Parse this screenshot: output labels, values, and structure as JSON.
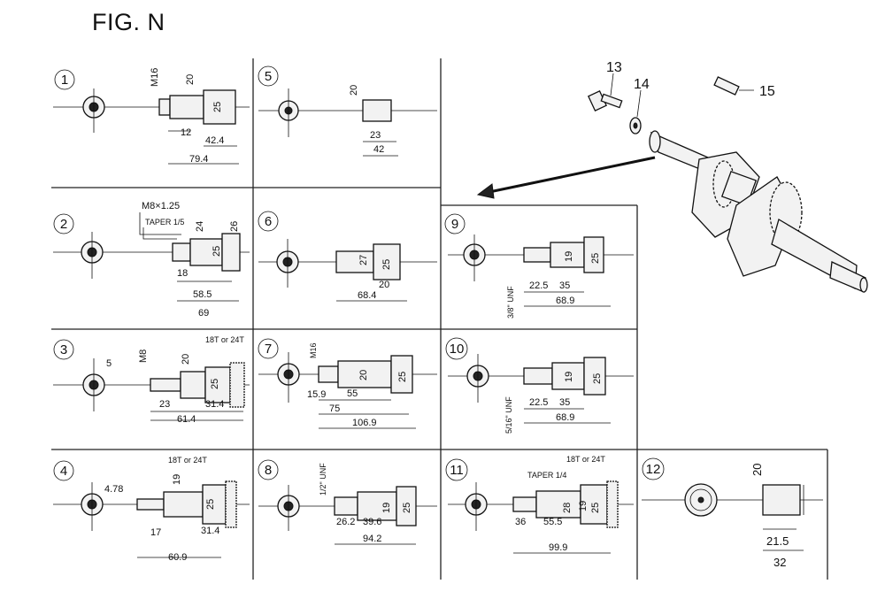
{
  "figure": {
    "title": "FIG. N"
  },
  "cells": [
    {
      "id": "1",
      "dims": [
        "M16",
        "20",
        "25",
        "12",
        "42.4",
        "79.4"
      ]
    },
    {
      "id": "2",
      "dims": [
        "M8×1.25",
        "TAPER 1/5",
        "24",
        "26",
        "25",
        "18",
        "58.5",
        "69"
      ]
    },
    {
      "id": "3",
      "dims": [
        "5",
        "M8",
        "18T or 24T",
        "20",
        "25",
        "23",
        "31.4",
        "61.4"
      ]
    },
    {
      "id": "4",
      "dims": [
        "4.78",
        "19",
        "18T or 24T",
        "25",
        "17",
        "31.4",
        "60.9"
      ]
    },
    {
      "id": "5",
      "dims": [
        "20",
        "23",
        "42"
      ]
    },
    {
      "id": "6",
      "dims": [
        "27",
        "25",
        "20",
        "68.4"
      ]
    },
    {
      "id": "7",
      "dims": [
        "M16",
        "20",
        "25",
        "15.9",
        "55",
        "75",
        "106.9"
      ]
    },
    {
      "id": "8",
      "dims": [
        "1/2\" UNF",
        "19",
        "25",
        "26.2",
        "39.6",
        "94.2"
      ]
    },
    {
      "id": "9",
      "dims": [
        "3/8\" UNF",
        "19",
        "25",
        "22.5",
        "35",
        "68.9"
      ]
    },
    {
      "id": "10",
      "dims": [
        "5/16\" UNF",
        "19",
        "25",
        "22.5",
        "35",
        "68.9"
      ]
    },
    {
      "id": "11",
      "dims": [
        "18T or 24T",
        "TAPER 1/4",
        "36",
        "55.5",
        "28",
        "19",
        "25",
        "99.9"
      ]
    },
    {
      "id": "12",
      "dims": [
        "20",
        "21.5",
        "32"
      ]
    }
  ],
  "parts": [
    "13",
    "14",
    "15"
  ],
  "colors": {
    "ink": "#111111",
    "paper": "#ffffff"
  }
}
